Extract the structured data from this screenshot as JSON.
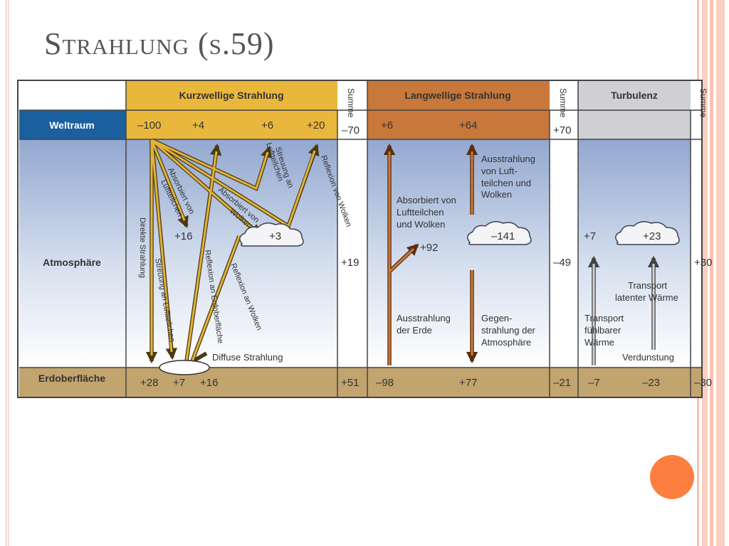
{
  "slide_title": "Strahlung (s.59)",
  "colors": {
    "shortwave": "#e9b73c",
    "longwave": "#c8783a",
    "turbulence": "#cfcfd4",
    "space": "#1a5f9e",
    "ground": "#c1a46e",
    "arrow_short": "#e2b33a",
    "arrow_long": "#8c4d22",
    "accent_dot": "#fd7f3f"
  },
  "headers": {
    "kurzwellig": "Kurzwellige Strahlung",
    "langwellig": "Langwellige Strahlung",
    "turbulenz": "Turbulenz",
    "summe": "Summe"
  },
  "rows": {
    "weltraum": "Weltraum",
    "atmosphaere": "Atmosphäre",
    "erdoberflaeche": "Erdoberfläche"
  },
  "values": {
    "sw_space": [
      "–100",
      "+4",
      "+6",
      "+20"
    ],
    "sw_space_sum": "–70",
    "lw_space": [
      "+6",
      "+64"
    ],
    "lw_space_sum": "+70",
    "sw_atm": [
      "+16",
      "+3"
    ],
    "sw_atm_sum": "+19",
    "lw_atm": [
      "+92",
      "–141"
    ],
    "lw_atm_sum": "–49",
    "tu_atm": [
      "+7",
      "+23"
    ],
    "tu_atm_sum": "+30",
    "sw_ground": [
      "+28",
      "+7",
      "+16"
    ],
    "sw_ground_sum": "+51",
    "lw_ground": [
      "–98",
      "+77"
    ],
    "lw_ground_sum": "–21",
    "tu_ground": [
      "–7",
      "–23"
    ],
    "tu_ground_sum": "–30"
  },
  "labels": {
    "direkte": "Direkte Strahlung",
    "streuung_luft": "Streuung an Luftteilchen",
    "reflexion_erde": "Reflexion an Erdoberfläche",
    "reflexion_wolken": "Reflexion an Wolken",
    "absorbiert_luft_1": "Absorbiert von",
    "absorbiert_luft_2": "Luftteilchen",
    "absorbiert_wolken_1": "Absorbiert von",
    "absorbiert_wolken_2": "Wolken",
    "streuung_an_1": "Streuung an",
    "streuung_an_2": "Luftteilchen",
    "reflexion_von_wolken": "Reflexion von Wolken",
    "diffuse": "Diffuse Strahlung",
    "abs_lw_1": "Absorbiert von",
    "abs_lw_2": "Luftteilchen",
    "abs_lw_3": "und Wolken",
    "aus_luft_1": "Ausstrahlung",
    "aus_luft_2": "von Luft-",
    "aus_luft_3": "teilchen und",
    "aus_luft_4": "Wolken",
    "aus_erde_1": "Ausstrahlung",
    "aus_erde_2": "der Erde",
    "gegen_1": "Gegen-",
    "gegen_2": "strahlung der",
    "gegen_3": "Atmosphäre",
    "trans_lat_1": "Transport",
    "trans_lat_2": "latenter Wärme",
    "trans_fuehl_1": "Transport",
    "trans_fuehl_2": "fühlbarer",
    "trans_fuehl_3": "Wärme",
    "verdunstung": "Verdunstung"
  }
}
